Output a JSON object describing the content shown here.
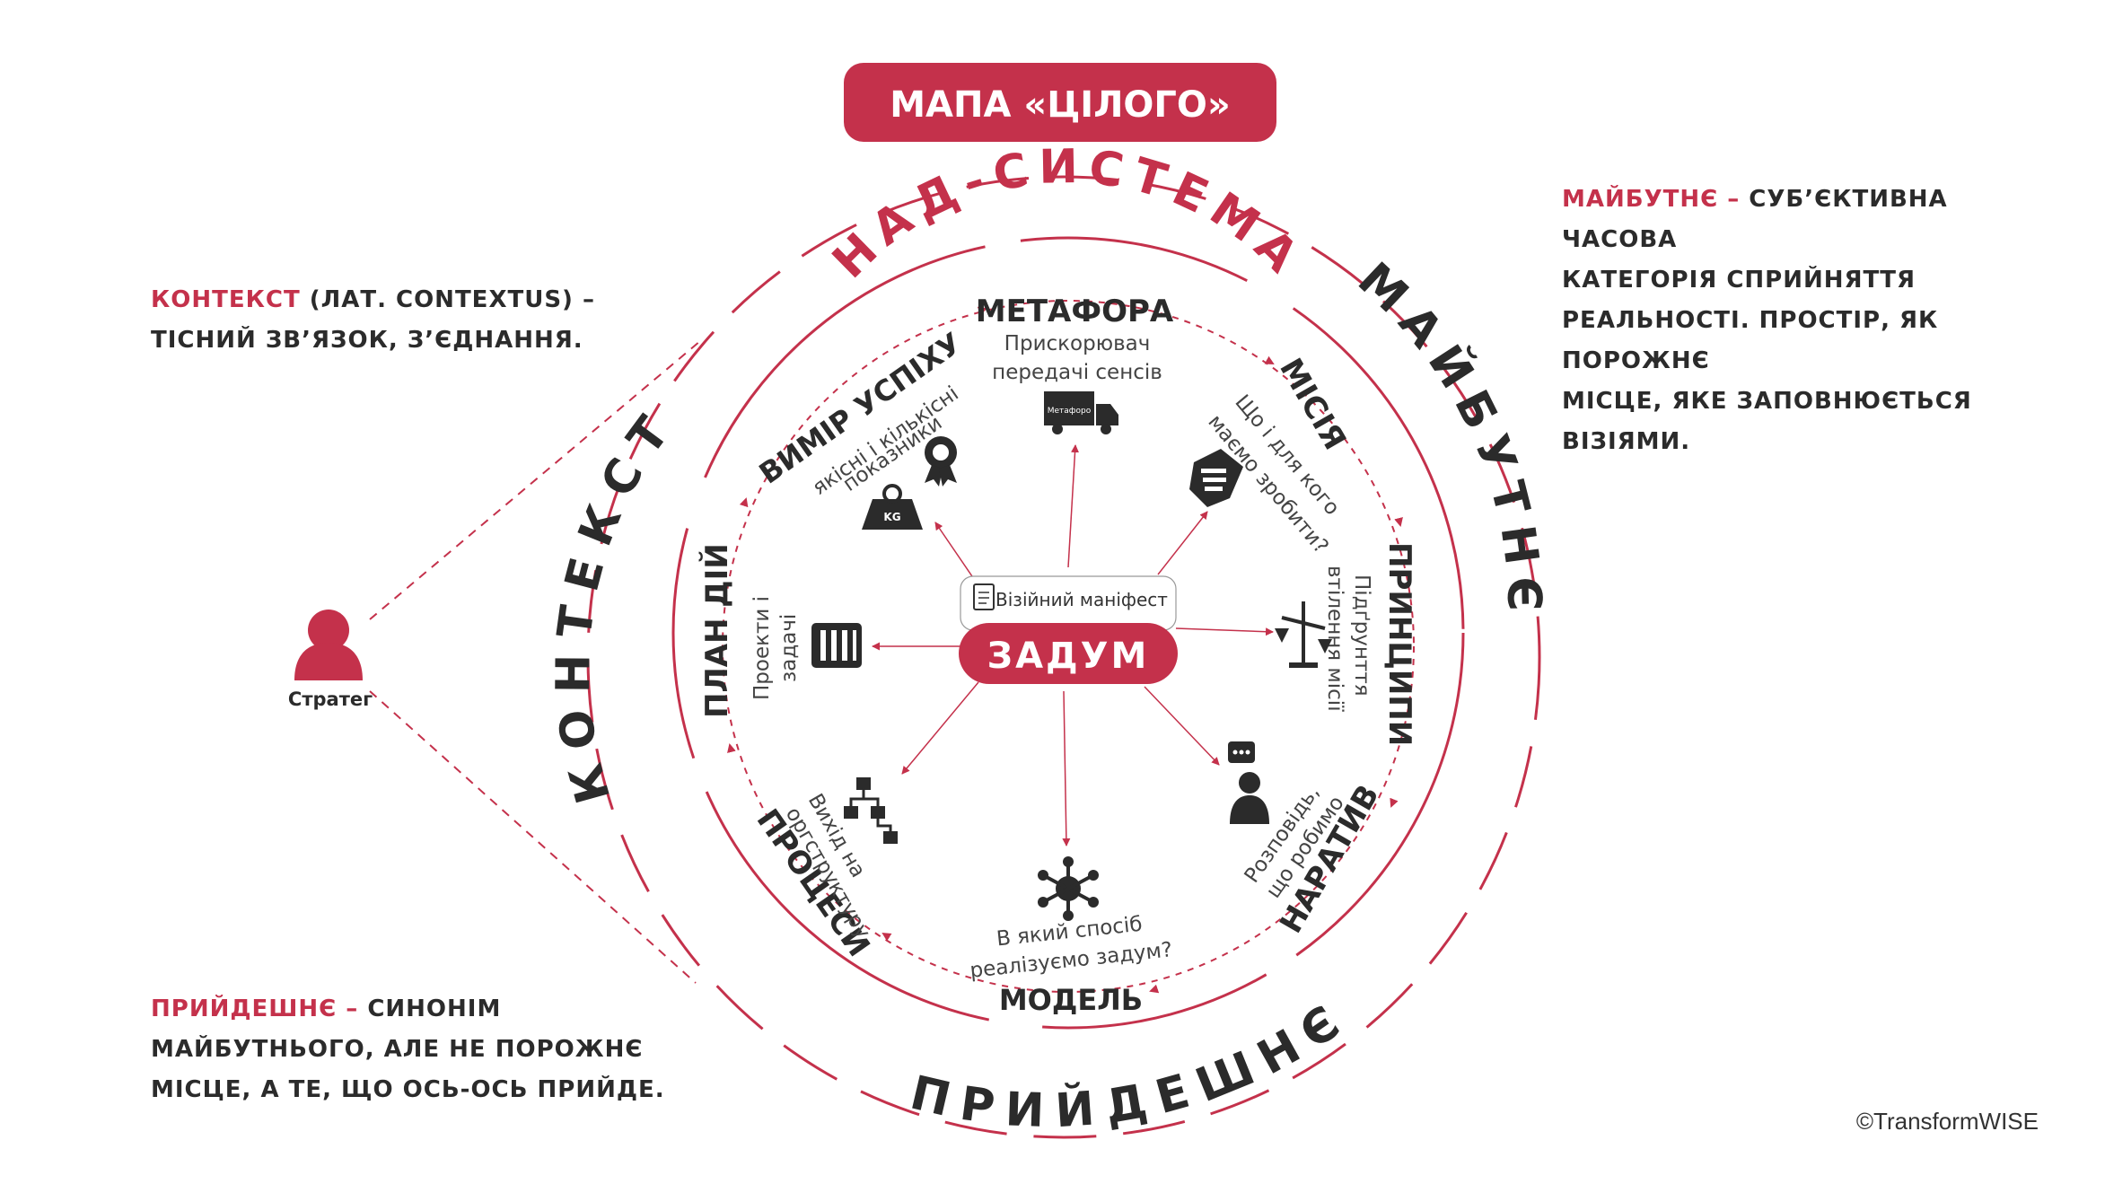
{
  "colors": {
    "accent": "#c4314b",
    "dark": "#2b2b2b",
    "gray": "#555555"
  },
  "title": "МАПА «ЦІЛОГО»",
  "center": {
    "subtitle": "Візійний маніфест",
    "label": "ЗАДУМ",
    "icon": "document-icon"
  },
  "outer_rings": {
    "nad_systema": "НАД-СИСТЕМА",
    "maibutnie": "МАЙБУТНЄ",
    "pryideshnie": "ПРИЙДЕШНЄ",
    "kontekst": "КОНТЕКСТ"
  },
  "elements": [
    {
      "id": "metafora",
      "label": "МЕТАФОРА",
      "desc": [
        "Прискорювач",
        "передачі сенсів"
      ],
      "icon": "truck-icon",
      "icon_text": "Метафоро"
    },
    {
      "id": "misiia",
      "label": "МІСІЯ",
      "desc": [
        "Що і для кого",
        "маємо зробити?"
      ],
      "icon": "handshake-icon"
    },
    {
      "id": "pryntsypy",
      "label": "ПРИНЦИПИ",
      "desc": [
        "Підґрунття",
        "втілення місії"
      ],
      "icon": "balance-icon"
    },
    {
      "id": "naratyv",
      "label": "НАРАТИВ",
      "desc": [
        "Розповідь,",
        "що робимо"
      ],
      "icon": "speaker-icon"
    },
    {
      "id": "model",
      "label": "МОДЕЛЬ",
      "desc": [
        "В який спосіб",
        "реалізуємо задум?"
      ],
      "icon": "network-icon"
    },
    {
      "id": "protsesy",
      "label": "ПРОЦЕСИ",
      "desc": [
        "Вихід на",
        "оргструктуру"
      ],
      "icon": "orgchart-icon"
    },
    {
      "id": "plan",
      "label": "ПЛАН ДІЙ",
      "desc": [
        "Проекти і",
        "задачі"
      ],
      "icon": "tasks-icon"
    },
    {
      "id": "vymir",
      "label": "ВИМІР УСПІХУ",
      "desc": [
        "якісні і кількісні",
        "показники"
      ],
      "icon": "weight-medal-icon",
      "icon_text": "KG"
    }
  ],
  "strateg": {
    "label": "Стратег",
    "icon": "user-icon"
  },
  "notes": {
    "kontekst": {
      "term": "КОНТЕКСТ",
      "text_line1": " (ЛАТ. CONTEXTUS) –",
      "text_line2": "ТІСНИЙ ЗВʼЯЗОК, ЗʼЄДНАННЯ."
    },
    "maibutnie": {
      "term": "МАЙБУТНЄ –",
      "text_line1": " СУБʼЄКТИВНА ЧАСОВА",
      "text_line2": "КАТЕГОРІЯ СПРИЙНЯТТЯ",
      "text_line3": "РЕАЛЬНОСТІ. ПРОСТІР, ЯК ПОРОЖНЄ",
      "text_line4": "МІСЦЕ, ЯКЕ ЗАПОВНЮЄТЬСЯ ВІЗІЯМИ."
    },
    "pryideshnie": {
      "term": "ПРИЙДЕШНЄ –",
      "text_line1": " СИНОНІМ",
      "text_line2": "МАЙБУТНЬОГО, АЛЕ НЕ ПОРОЖНЄ",
      "text_line3": "МІСЦЕ, А ТЕ, ЩО ОСЬ-ОСЬ ПРИЙДЕ."
    }
  },
  "copyright": "©TransformWISE"
}
